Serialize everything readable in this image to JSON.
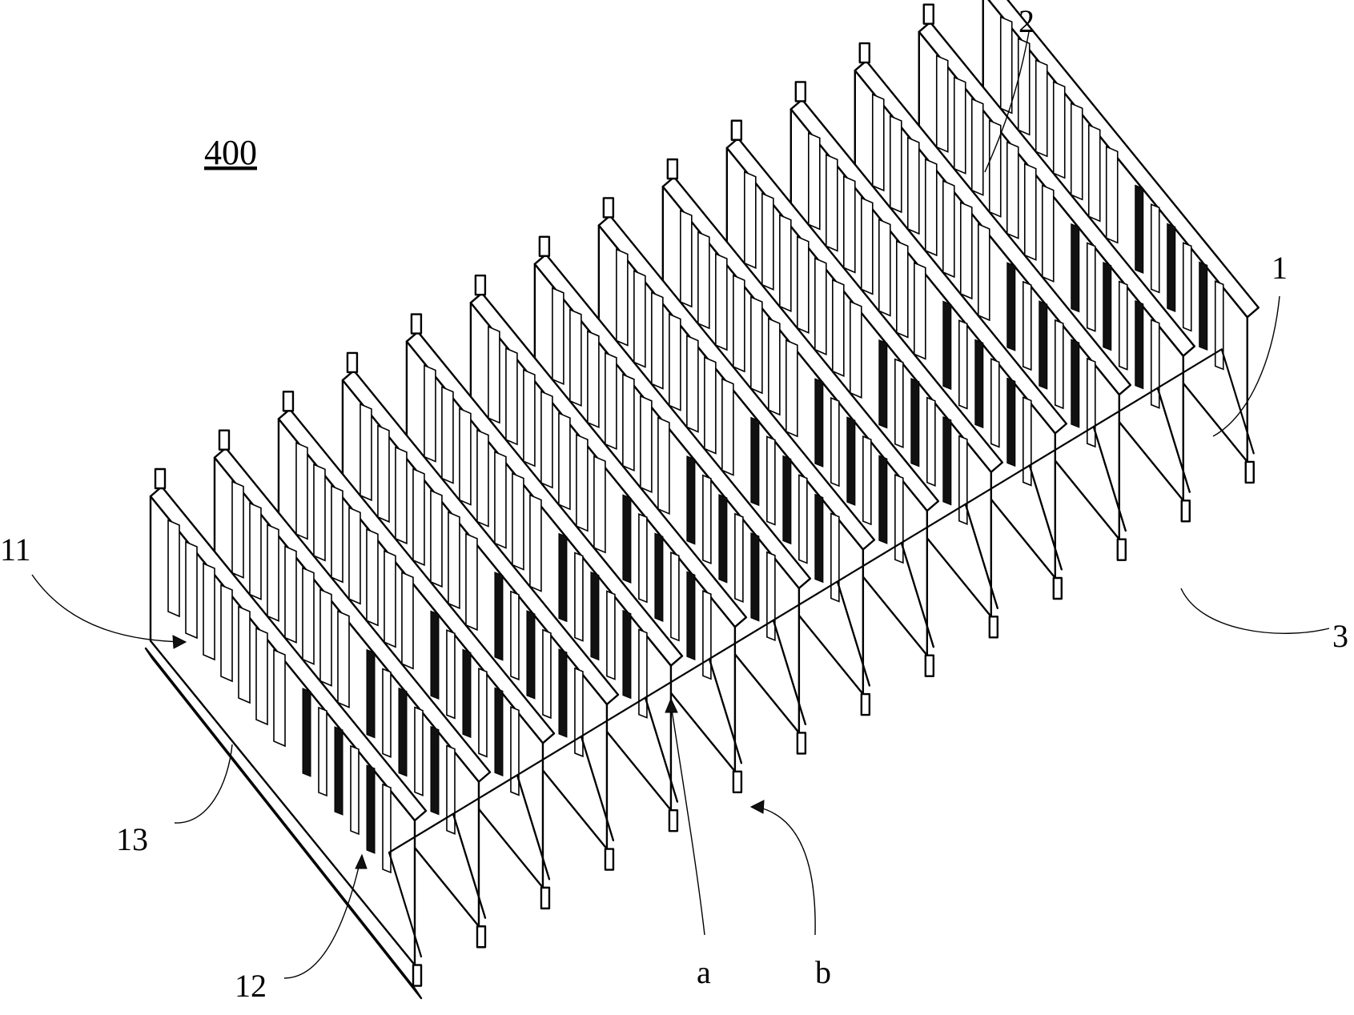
{
  "figure": {
    "title": "400",
    "labels": {
      "label_1": "1",
      "label_2": "2",
      "label_3": "3",
      "label_11": "11",
      "label_12": "12",
      "label_13": "13",
      "label_a": "a",
      "label_b": "b"
    },
    "panel_count": 14
  },
  "colors": {
    "line": "#000000",
    "fill": "#ffffff",
    "dark": "#111111"
  }
}
